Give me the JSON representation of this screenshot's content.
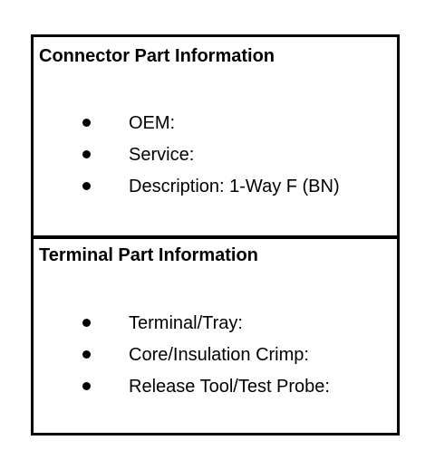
{
  "connector": {
    "title": "Connector Part Information",
    "items": [
      {
        "label": "OEM:"
      },
      {
        "label": "Service:"
      },
      {
        "label": "Description: 1-Way F (BN)"
      }
    ]
  },
  "terminal": {
    "title": "Terminal Part Information",
    "items": [
      {
        "label": "Terminal/Tray:"
      },
      {
        "label": "Core/Insulation Crimp:"
      },
      {
        "label": "Release Tool/Test Probe:"
      }
    ]
  }
}
